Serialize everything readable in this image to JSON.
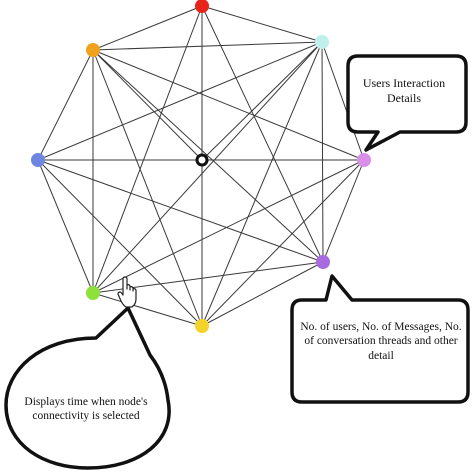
{
  "graph": {
    "nodes": [
      {
        "id": "top",
        "color": "#e8231a"
      },
      {
        "id": "upper-left",
        "color": "#f0a21e"
      },
      {
        "id": "upper-right",
        "color": "#bff0ec"
      },
      {
        "id": "left",
        "color": "#6f86e0"
      },
      {
        "id": "center",
        "color": "#ffffff",
        "stroke": "#111111"
      },
      {
        "id": "right",
        "color": "#d98ee8"
      },
      {
        "id": "lower-right",
        "color": "#a86adf"
      },
      {
        "id": "lower-left",
        "color": "#8ee03a"
      },
      {
        "id": "bottom",
        "color": "#f4d42a"
      }
    ],
    "edge_color": "#3a3a3a",
    "cursor_icon": "hand-pointer-icon"
  },
  "callouts": {
    "users_interaction": "Users Interaction Details",
    "stats": "No. of users, No. of Messages, No. of conversation threads and other detail",
    "time_display": "Displays time when node's connectivity is selected"
  }
}
